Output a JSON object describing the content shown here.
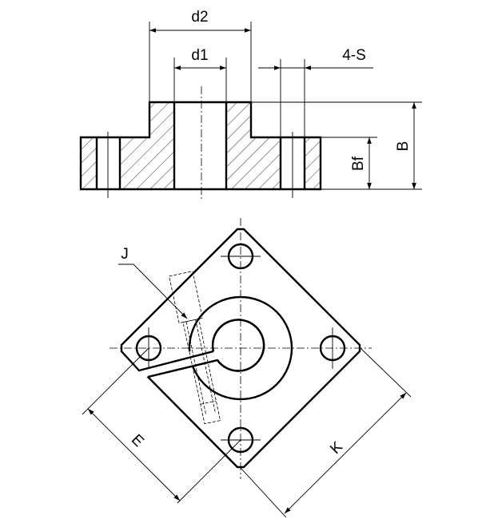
{
  "drawing": {
    "section_view": {
      "labels": {
        "d2": "d2",
        "d1": "d1",
        "hole": "4-S",
        "B": "B",
        "Bf": "Bf"
      }
    },
    "plan_view": {
      "labels": {
        "J": "J",
        "E": "E",
        "K": "K"
      }
    },
    "colors": {
      "line": "#000000",
      "background": "#ffffff"
    }
  }
}
